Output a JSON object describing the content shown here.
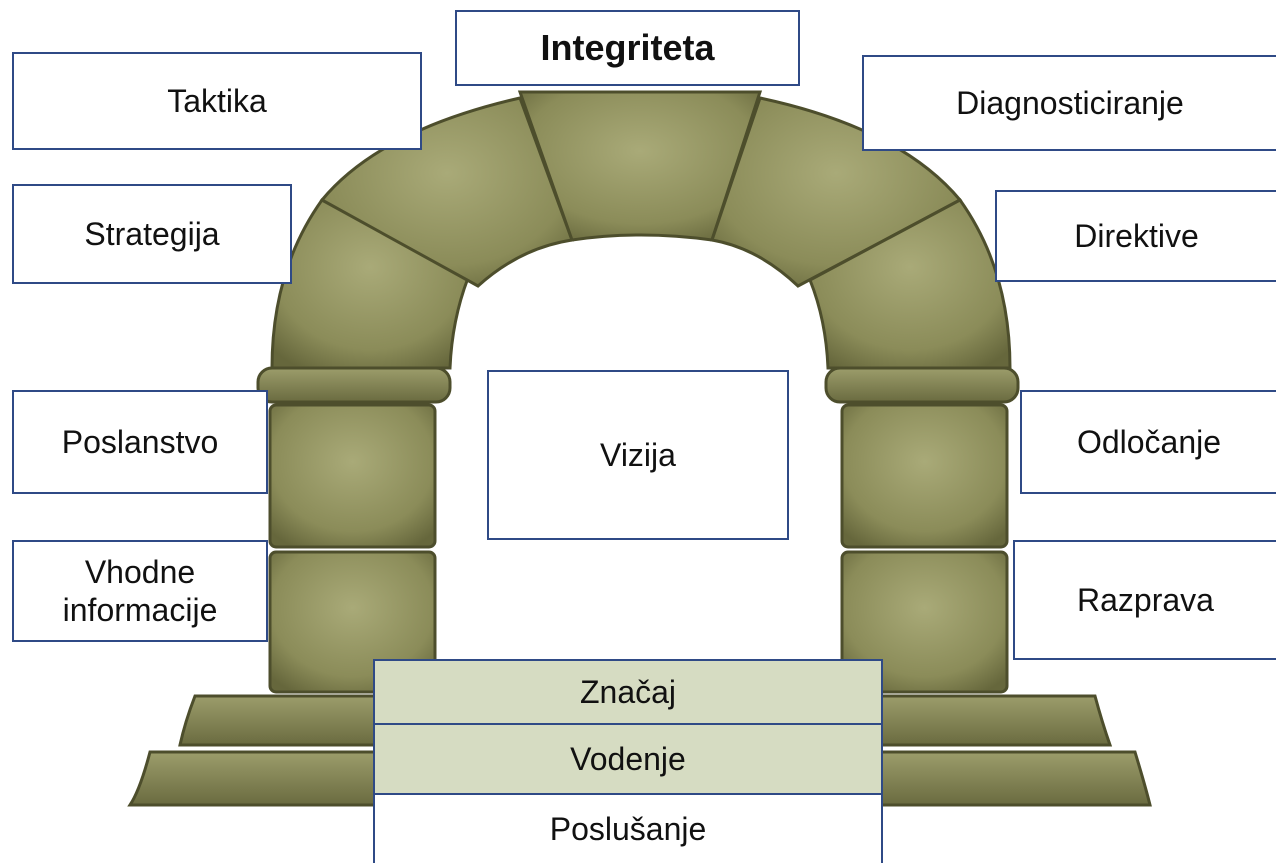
{
  "diagram": {
    "keystone": "Integriteta",
    "center": "Vizija",
    "left_labels": [
      "Taktika",
      "Strategija",
      "Poslanstvo",
      "Vhodne\ninformacije"
    ],
    "right_labels": [
      "Diagnosticiranje",
      "Direktive",
      "Odločanje",
      "Razprava"
    ],
    "base_layers": [
      "Značaj",
      "Vodenje",
      "Poslušanje"
    ]
  },
  "colors": {
    "stone": "#8c8d5a",
    "stone_dark": "#5b5c36",
    "stone_light": "#a8a977",
    "box_border": "#2f4a86",
    "base_fill": "#d6dcc2"
  }
}
